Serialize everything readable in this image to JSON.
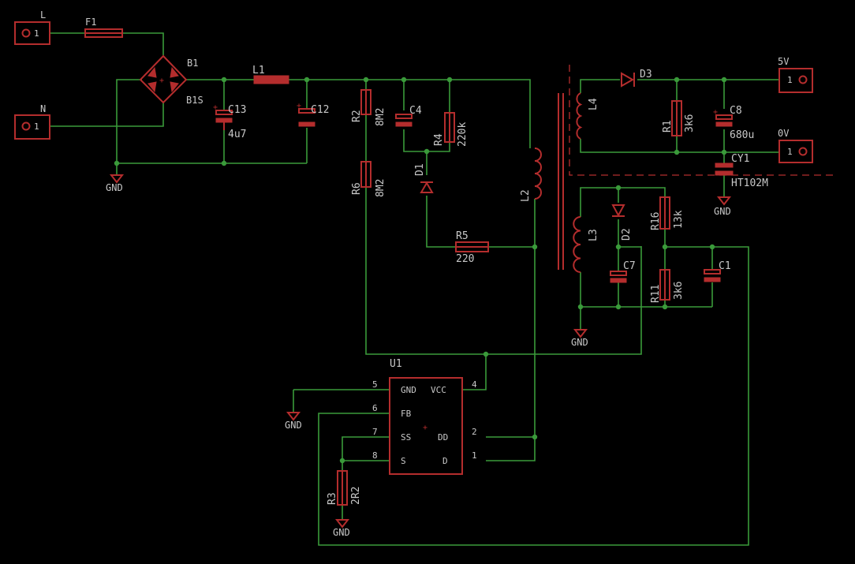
{
  "connectors": {
    "l": {
      "label": "L",
      "pin": "1"
    },
    "n": {
      "label": "N",
      "pin": "1"
    },
    "out5v": {
      "label": "5V",
      "pin": "1"
    },
    "out0v": {
      "label": "0V",
      "pin": "1"
    }
  },
  "parts": {
    "f1": "F1",
    "b1": "B1",
    "b1_value": "B1S",
    "l1": "L1",
    "c13": "C13",
    "c13_value": "4u7",
    "c12": "C12",
    "r2": "R2",
    "r2_value": "8M2",
    "r6": "R6",
    "r6_value": "8M2",
    "c4": "C4",
    "r4": "R4",
    "r4_value": "220k",
    "d1": "D1",
    "r5": "R5",
    "r5_value": "220",
    "l2": "L2",
    "l3": "L3",
    "l4": "L4",
    "d2": "D2",
    "d3": "D3",
    "c7": "C7",
    "c1": "C1",
    "r16": "R16",
    "r16_value": "13k",
    "r11": "R11",
    "r11_value": "3k6",
    "r1": "R1",
    "r1_value": "3k6",
    "c8": "C8",
    "c8_value": "680u",
    "cy1": "CY1",
    "cy1_value": "HT102M",
    "r3": "R3",
    "r3_value": "2R2"
  },
  "gnd_label": "GND",
  "u1": {
    "name": "U1",
    "pins": [
      {
        "num": "5",
        "name": "GND"
      },
      {
        "num": "6",
        "name": "FB"
      },
      {
        "num": "7",
        "name": "SS"
      },
      {
        "num": "8",
        "name": "S"
      },
      {
        "num": "4",
        "name": "VCC"
      },
      {
        "num": "2",
        "name": "DD"
      },
      {
        "num": "1",
        "name": "D"
      }
    ]
  }
}
